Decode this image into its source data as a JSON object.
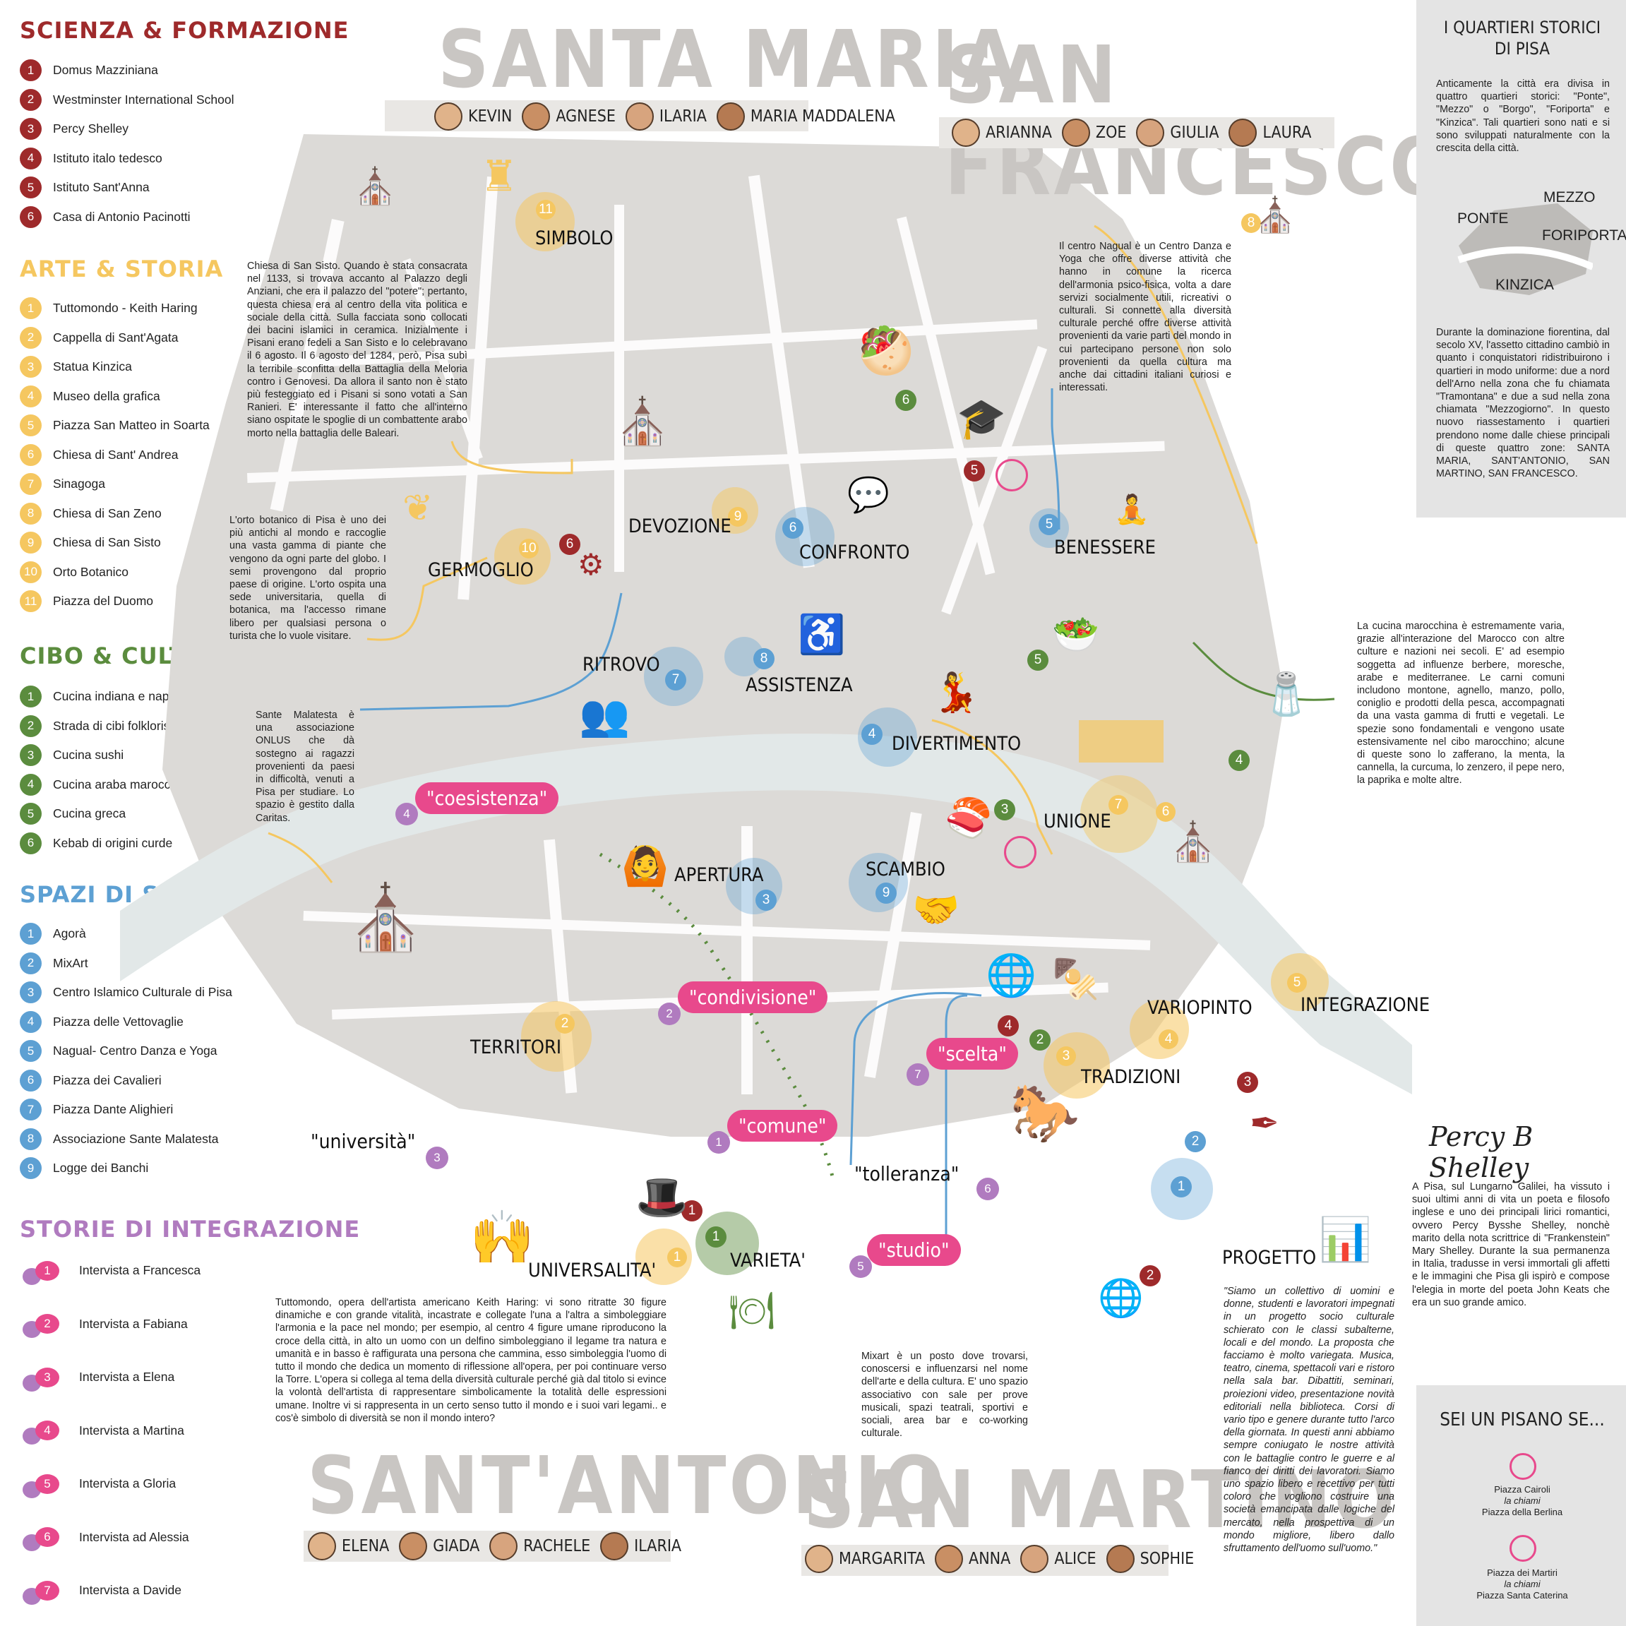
{
  "colors": {
    "science": "#9e2a2b",
    "art": "#f5c760",
    "food": "#5b8c3e",
    "social": "#5da0d3",
    "story": "#e8498c",
    "story_back": "#b07bbf",
    "map_land": "#dcdad7",
    "map_water": "#e2e8e8",
    "district_text": "#c9c6c3"
  },
  "legend": {
    "science": {
      "title": "SCIENZA & FORMAZIONE",
      "items": [
        {
          "n": "1",
          "label": "Domus Mazziniana"
        },
        {
          "n": "2",
          "label": "Westminster International School"
        },
        {
          "n": "3",
          "label": "Percy Shelley"
        },
        {
          "n": "4",
          "label": "Istituto italo tedesco"
        },
        {
          "n": "5",
          "label": "Istituto Sant'Anna"
        },
        {
          "n": "6",
          "label": "Casa di Antonio Pacinotti"
        }
      ]
    },
    "art": {
      "title": "ARTE & STORIA",
      "items": [
        {
          "n": "1",
          "label": "Tuttomondo - Keith Haring"
        },
        {
          "n": "2",
          "label": "Cappella di Sant'Agata"
        },
        {
          "n": "3",
          "label": "Statua Kinzica"
        },
        {
          "n": "4",
          "label": "Museo della grafica"
        },
        {
          "n": "5",
          "label": "Piazza San Matteo in Soarta"
        },
        {
          "n": "6",
          "label": "Chiesa di Sant' Andrea"
        },
        {
          "n": "7",
          "label": "Sinagoga"
        },
        {
          "n": "8",
          "label": "Chiesa di San Zeno"
        },
        {
          "n": "9",
          "label": "Chiesa di San Sisto"
        },
        {
          "n": "10",
          "label": "Orto Botanico"
        },
        {
          "n": "11",
          "label": "Piazza del Duomo"
        }
      ]
    },
    "food": {
      "title": "CIBO & CULTURA",
      "items": [
        {
          "n": "1",
          "label": "Cucina indiana e napoletana"
        },
        {
          "n": "2",
          "label": "Strada di cibi folkloristici"
        },
        {
          "n": "3",
          "label": "Cucina sushi"
        },
        {
          "n": "4",
          "label": "Cucina araba marocchina"
        },
        {
          "n": "5",
          "label": "Cucina greca"
        },
        {
          "n": "6",
          "label": "Kebab di origini curde"
        }
      ]
    },
    "social": {
      "title": "SPAZI DI SOCIALITÀ",
      "items": [
        {
          "n": "1",
          "label": "Agorà"
        },
        {
          "n": "2",
          "label": "MixArt"
        },
        {
          "n": "3",
          "label": "Centro Islamico Culturale di Pisa"
        },
        {
          "n": "4",
          "label": "Piazza delle Vettovaglie"
        },
        {
          "n": "5",
          "label": "Nagual- Centro Danza e Yoga"
        },
        {
          "n": "6",
          "label": "Piazza dei Cavalieri"
        },
        {
          "n": "7",
          "label": "Piazza Dante Alighieri"
        },
        {
          "n": "8",
          "label": "Associazione Sante Malatesta"
        },
        {
          "n": "9",
          "label": "Logge dei Banchi"
        }
      ]
    },
    "stories": {
      "title": "STORIE DI INTEGRAZIONE",
      "items": [
        {
          "n": "1",
          "label": "Intervista a Francesca"
        },
        {
          "n": "2",
          "label": "Intervista a Fabiana"
        },
        {
          "n": "3",
          "label": "Intervista a Elena"
        },
        {
          "n": "4",
          "label": "Intervista a Martina"
        },
        {
          "n": "5",
          "label": "Intervista a Gloria"
        },
        {
          "n": "6",
          "label": "Intervista ad Alessia"
        },
        {
          "n": "7",
          "label": "Intervista a Davide"
        }
      ]
    }
  },
  "districts": {
    "santa_maria": {
      "name": "SANTA MARIA",
      "people": [
        "KEVIN",
        "AGNESE",
        "ILARIA",
        "MARIA MADDALENA"
      ]
    },
    "san_francesco": {
      "name": "SAN FRANCESCO",
      "people": [
        "ARIANNA",
        "ZOE",
        "GIULIA",
        "LAURA"
      ]
    },
    "sant_antonio": {
      "name": "SANT'ANTONIO",
      "people": [
        "ELENA",
        "GIADA",
        "RACHELE",
        "ILARIA"
      ]
    },
    "san_martino": {
      "name": "SAN MARTINO",
      "people": [
        "MARGARITA",
        "ANNA",
        "ALICE",
        "SOPHIE"
      ]
    }
  },
  "map_labels": {
    "simbolo": "SIMBOLO",
    "devozione": "DEVOZIONE",
    "confronto": "CONFRONTO",
    "benessere": "BENESSERE",
    "germoglio": "GERMOGLIO",
    "ritrovo": "RITROVO",
    "assistenza": "ASSISTENZA",
    "divertimento": "DIVERTIMENTO",
    "unione": "UNIONE",
    "apertura": "APERTURA",
    "scambio": "SCAMBIO",
    "territori": "TERRITORI",
    "variopinto": "VARIOPINTO",
    "integrazione": "INTEGRAZIONE",
    "tradizioni": "TRADIZIONI",
    "universalita": "UNIVERSALITA'",
    "varieta": "VARIETA'",
    "progetto": "PROGETTO"
  },
  "quotes": {
    "coesistenza": "\"coesistenza\"",
    "condivisione": "\"condivisione\"",
    "scelta": "\"scelta\"",
    "comune": "\"comune\"",
    "universita": "\"università\"",
    "tolleranza": "\"tolleranza\"",
    "studio": "\"studio\""
  },
  "texts": {
    "san_sisto": "Chiesa di San Sisto. Quando è stata consacrata nel 1133, si trovava accanto al Palazzo degli Anziani, che era il palazzo del \"potere\"; pertanto, questa chiesa era al centro della vita politica e sociale della città. Sulla facciata sono collocati dei bacini islamici in ceramica. Inizialmente i Pisani erano fedeli a San Sisto e lo celebravano il 6 agosto. Il 6 agosto del 1284, però, Pisa subì la terribile sconfitta della Battaglia della Meloria contro i Genovesi. Da allora il santo non è stato più festeggiato ed i Pisani si sono votati a San Ranieri. E' interessante il fatto che all'interno siano ospitate le spoglie di un combattente arabo morto nella battaglia delle Baleari.",
    "orto": "L'orto botanico di Pisa è uno dei più antichi al mondo e raccoglie una vasta gamma di piante che vengono da ogni parte del globo. I semi provengono dal proprio paese di origine. L'orto ospita una sede universitaria, quella di botanica, ma l'accesso rimane libero per qualsiasi persona o turista che lo vuole visitare.",
    "malatesta": "Sante Malatesta è una associazione ONLUS che dà sostegno ai ragazzi provenienti da paesi in difficoltà, venuti a Pisa per studiare. Lo spazio è gestito dalla Caritas.",
    "nagual": "Il centro Nagual è un Centro Danza e Yoga che offre diverse attività che hanno in comune la ricerca dell'armonia psico-fisica, volta a dare servizi socialmente utili, ricreativi o culturali. Si connette alla diversità culturale perché offre diverse attività provenienti da varie parti del mondo in cui partecipano persone non solo provenienti da quella cultura ma anche dai cittadini italiani curiosi e interessati.",
    "marocco": "La cucina marocchina è estremamente varia, grazie all'interazione del Marocco con altre culture e nazioni nei secoli. E' ad esempio soggetta ad influenze berbere, moresche, arabe e mediterranee. Le carni comuni includono montone, agnello, manzo, pollo, coniglio e prodotti della pesca, accompagnati da una vasta gamma di frutti e vegetali. Le spezie sono fondamentali e vengono usate estensivamente nel cibo marocchino; alcune di queste sono lo zafferano, la menta, la cannella, la curcuma, lo zenzero, il pepe nero, la paprika e molte altre.",
    "tuttomondo": "Tuttomondo, opera dell'artista americano Keith Haring: vi sono ritratte 30 figure dinamiche e con grande vitalità, incastrate e collegate l'una a l'altra a simboleggiare l'armonia e la pace nel mondo; per esempio, al centro 4 figure umane riproducono la croce della città, in alto un uomo con un delfino simboleggiano il legame tra natura e umanità e in basso è raffigurata una persona che cammina, esso simboleggia l'uomo di tutto il mondo che dedica un momento di riflessione all'opera, per poi continuare verso la Torre. L'opera si collega al tema della diversità culturale perché già dal titolo si evince la volontà dell'artista di rappresentare simbolicamente la totalità delle espressioni umane. Inoltre vi si rappresenta in un certo senso tutto il mondo e i suoi vari legami.. e cos'è simbolo di diversità se non il mondo intero?",
    "mixart": "Mixart è un posto dove trovarsi, conoscersi e influenzarsi nel nome dell'arte e della cultura. E' uno spazio associativo con sale per prove musicali, spazi teatrali, sportivi e sociali, area bar e co-working culturale.",
    "progetto": "\"Siamo un collettivo di uomini e donne, studenti e lavoratori impegnati in un progetto socio culturale schierato con le classi subalterne, locali e del mondo. La proposta che facciamo è molto variegata. Musica, teatro, cinema, spettacoli vari e ristoro nella sala bar. Dibattiti, seminari, proiezioni video, presentazione novità editoriali nella biblioteca. Corsi di vario tipo e genere durante tutto l'arco della giornata. In questi anni abbiamo sempre coniugato le nostre attività con le battaglie contro le guerre e al fianco dei diritti dei lavoratori. Siamo uno spazio libero e recettivo per tutti coloro che vogliono costruire una società emancipata dalle logiche del mercato, nella prospettiva di un mondo migliore, libero dallo sfruttamento dell'uomo sull'uomo.\"",
    "shelley": "A Pisa, sul Lungarno Galilei, ha vissuto i suoi ultimi anni di vita un poeta e filosofo inglese e uno dei principali lirici romantici, ovvero Percy Bysshe Shelley, nonchè marito della nota scrittrice di \"Frankenstein\" Mary Shelley. Durante la sua permanenza in Italia, tradusse in versi immortali gli affetti e le immagini che Pisa gli ispirò e compose l'elegia in morte del poeta John Keats che era un suo grande amico."
  },
  "sidebar": {
    "title": "I QUARTIERI STORICI DI PISA",
    "intro": "Anticamente la città era divisa in quattro quartieri storici: \"Ponte\", \"Mezzo\" o \"Borgo\", \"Foriporta\" e \"Kinzica\". Tali quartieri sono nati e si sono sviluppati naturalmente con la crescita della città.",
    "map_labels": {
      "mezzo": "MEZZO",
      "ponte": "PONTE",
      "foriporta": "FORIPORTA",
      "kinzica": "KINZICA"
    },
    "body": "Durante la dominazione fiorentina, dal secolo XV, l'assetto cittadino cambiò in quanto i conquistatori ridistribuirono i quartieri in modo uniforme: due a nord dell'Arno nella zona che fu chiamata \"Tramontana\" e due a sud nella zona chiamata \"Mezzogiorno\". In questo nuovo riassestamento i quartieri prendono nome dalle chiese principali di queste quattro zone: SANTA MARIA, SANT'ANTONIO, SAN MARTINO, SAN FRANCESCO.",
    "signature": "Percy B Shelley",
    "pisano": {
      "title": "SEI UN PISANO SE...",
      "a1": "Piazza Cairoli",
      "a2": "la chiami",
      "a3": "Piazza della Berlina",
      "b1": "Piazza dei Martiri",
      "b2": "la chiami",
      "b3": "Piazza Santa Caterina"
    }
  }
}
